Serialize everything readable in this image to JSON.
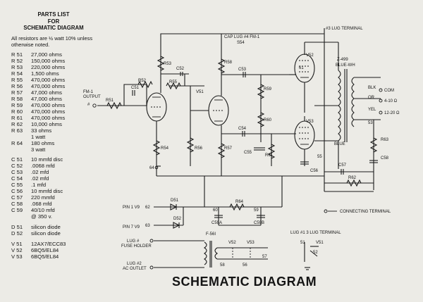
{
  "parts_list": {
    "title_lines": [
      "PARTS LIST",
      "FOR",
      "SCHEMATIC DIAGRAM"
    ],
    "note": "All resistors are ½ watt 10% unless otherwise noted.",
    "items": [
      {
        "ref": "R 51",
        "value": "27,000 ohms"
      },
      {
        "ref": "R 52",
        "value": "150,000 ohms"
      },
      {
        "ref": "R 53",
        "value": "220,000 ohms"
      },
      {
        "ref": "R 54",
        "value": "1,500 ohms"
      },
      {
        "ref": "R 55",
        "value": "470,000 ohms"
      },
      {
        "ref": "R 56",
        "value": "470,000 ohms"
      },
      {
        "ref": "R 57",
        "value": "47,000 ohms"
      },
      {
        "ref": "R 58",
        "value": "47,000 ohms"
      },
      {
        "ref": "R 59",
        "value": "470,000 ohms"
      },
      {
        "ref": "R 60",
        "value": "470,000 ohms"
      },
      {
        "ref": "R 61",
        "value": "470,000 ohms"
      },
      {
        "ref": "R 62",
        "value": "10,000 ohms"
      },
      {
        "ref": "R 63",
        "value": "33 ohms\n1 watt"
      },
      {
        "ref": "R 64",
        "value": "180 ohms\n3 watt"
      },
      {
        "ref": "C 51",
        "value": "10 mmfd disc"
      },
      {
        "ref": "C 52",
        "value": ".0068 mfd"
      },
      {
        "ref": "C 53",
        "value": ".02 mfd"
      },
      {
        "ref": "C 54",
        "value": ".02 mfd"
      },
      {
        "ref": "C 55",
        "value": ".1 mfd"
      },
      {
        "ref": "C 56",
        "value": "10 mmfd disc"
      },
      {
        "ref": "C 57",
        "value": "220 mmfd"
      },
      {
        "ref": "C 58",
        "value": ".068 mfd"
      },
      {
        "ref": "C 59",
        "value": "40/10 mfd\n@ 350 v."
      },
      {
        "ref": "D 51",
        "value": "silicon diode"
      },
      {
        "ref": "D 52",
        "value": "silicon diode"
      },
      {
        "ref": "V 51",
        "value": "12AX7/ECC83"
      },
      {
        "ref": "V 52",
        "value": "6BQ5/EL84"
      },
      {
        "ref": "V 53",
        "value": "6BQ5/EL84"
      }
    ]
  },
  "schematic": {
    "input_label_1": "FM-1",
    "input_label_2": "OUTPUT",
    "input_label_3": "#",
    "cap_lug_label": "CAP LUG #4 FM-1",
    "lug_terminal_3": "#3 LUG TERMINAL",
    "transformer_label": "Z-499",
    "transformer_color": "BLUE-WH",
    "blue_label": "BLUE",
    "out_blk": "BLK",
    "out_com": "COM",
    "out_or": "OR",
    "out_4_10": "4-10 Ω",
    "out_yel": "YEL",
    "out_12_20": "12-20 Ω",
    "pin_1_label": "PIN 1 V9",
    "pin_7_label": "PIN 7 V9",
    "connecting_terminal": "CONNECTING TERMINAL",
    "lug_1_label": "LUG #1 3 LUG TERMINAL",
    "lug_fuse_1": "LUG #",
    "lug_fuse_2": "FUSE HOLDER",
    "lug_outlet_1": "LUG #2",
    "lug_outlet_2": "AC OUTLET",
    "labels": {
      "r51": "R51",
      "r52": "R52",
      "r53": "R53",
      "r54": "R54",
      "r55": "R55",
      "r56": "R56",
      "r57": "R57",
      "r58": "R58",
      "r59": "R59",
      "r60": "R60",
      "r61": "R61",
      "r62": "R62",
      "r63": "R63",
      "r64": "R64",
      "c51": "C51",
      "c52": "C52",
      "c53": "C53",
      "c54": "C54",
      "c55": "C55",
      "c56": "C56",
      "c57": "C57",
      "c58": "C58",
      "c59a": "C59A",
      "c59b": "C59B",
      "d51": "D51",
      "d52": "D52",
      "f56": "F-56I",
      "v51": "V51",
      "v52": "V52",
      "v53": "V53",
      "v52b": "V52",
      "v53b": "V53",
      "v51b": "V51",
      "s54": "S54",
      "s53": "53",
      "s55": "55",
      "s62": "62",
      "s63": "63",
      "s64": "64",
      "s59": "59",
      "s60": "60",
      "s61": "61",
      "s58": "58",
      "s57": "57",
      "s56": "56",
      "s51": "51",
      "s52": "52"
    }
  },
  "footer_title": "SCHEMATIC DIAGRAM"
}
